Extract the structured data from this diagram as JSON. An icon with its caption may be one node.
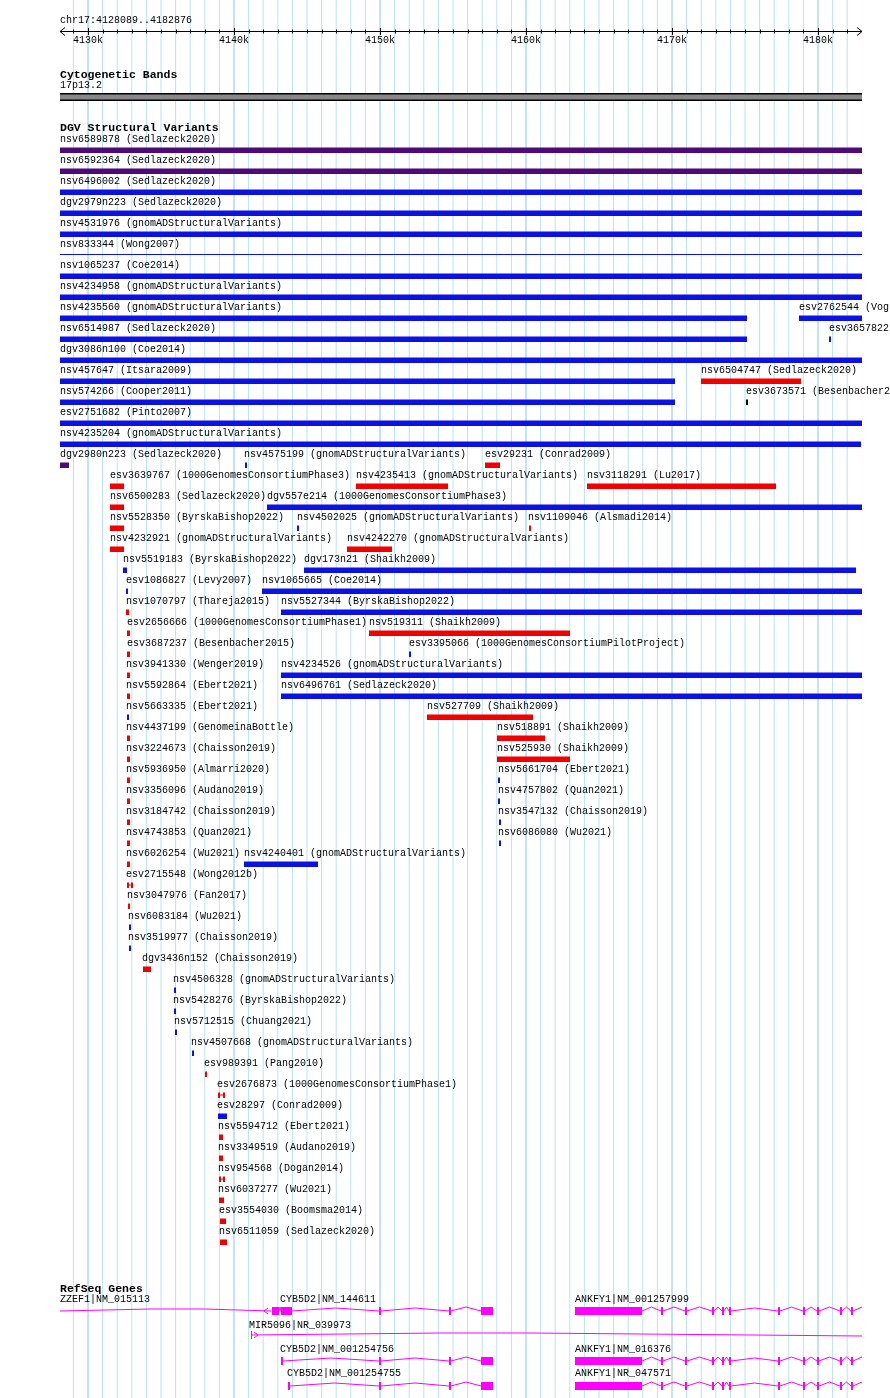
{
  "diagram": {
    "labels": [
      "chr17:4128089..4182876",
      "4130k",
      "4140k",
      "4150k",
      "4160k",
      "4170k",
      "4180k",
      "Cytogenetic Bands",
      "17p13.2",
      "DGV Structural Variants",
      "nsv6589878 (Sedlazeck2020)",
      "nsv6592364 (Sedlazeck2020)",
      "nsv6496002 (Sedlazeck2020)",
      "dgv2979n223 (Sedlazeck2020)",
      "nsv4531976 (gnomADStructuralVariants)",
      "nsv833344 (Wong2007)",
      "nsv1065237 (Coe2014)",
      "nsv4234958 (gnomADStructuralVariants)",
      "nsv4235560 (gnomADStructuralVariants)",
      "esv2762544 (Vog",
      "nsv6514987 (Sedlazeck2020)",
      "esv3657822",
      "dgv3086n100 (Coe2014)",
      "nsv457647 (Itsara2009)",
      "nsv6504747 (Sedlazeck2020)",
      "nsv574266 (Cooper2011)",
      "esv3673571 (Besenbacher2",
      "esv2751682 (Pinto2007)",
      "nsv4235204 (gnomADStructuralVariants)",
      "dgv2980n223 (Sedlazeck2020)",
      "nsv4575199 (gnomADStructuralVariants)",
      "esv29231 (Conrad2009)",
      "esv3639767 (1000GenomesConsortiumPhase3)",
      "nsv4235413 (gnomADStructuralVariants)",
      "nsv3118291 (Lu2017)",
      "nsv6500283 (Sedlazeck2020)",
      "dgv557e214 (1000GenomesConsortiumPhase3)",
      "nsv5528350 (ByrskaBishop2022)",
      "nsv4502025 (gnomADStructuralVariants)",
      "nsv1109046 (Alsmadi2014)",
      "nsv4232921 (gnomADStructuralVariants)",
      "nsv4242270 (gnomADStructuralVariants)",
      "nsv5519183 (ByrskaBishop2022)",
      "dgv173n21 (Shaikh2009)",
      "esv1086827 (Levy2007)",
      "nsv1065665 (Coe2014)",
      "nsv1070797 (Thareja2015)",
      "nsv5527344 (ByrskaBishop2022)",
      "esv2656666 (1000GenomesConsortiumPhase1)",
      "nsv519311 (Shaikh2009)",
      "esv3687237 (Besenbacher2015)",
      "esv3395066 (1000GenomesConsortiumPilotProject)",
      "nsv3941330 (Wenger2019)",
      "nsv4234526 (gnomADStructuralVariants)",
      "nsv5592864 (Ebert2021)",
      "nsv6496761 (Sedlazeck2020)",
      "nsv5663335 (Ebert2021)",
      "nsv527709 (Shaikh2009)",
      "nsv4437199 (GenomeinaBottle)",
      "nsv518891 (Shaikh2009)",
      "nsv3224673 (Chaisson2019)",
      "nsv525930 (Shaikh2009)",
      "nsv5936950 (Almarri2020)",
      "nsv5661704 (Ebert2021)",
      "nsv3356096 (Audano2019)",
      "nsv4757802 (Quan2021)",
      "nsv3184742 (Chaisson2019)",
      "nsv3547132 (Chaisson2019)",
      "nsv4743853 (Quan2021)",
      "nsv6086080 (Wu2021)",
      "nsv6026254 (Wu2021)",
      "nsv4240401 (gnomADStructuralVariants)",
      "esv2715548 (Wong2012b)",
      "nsv3047976 (Fan2017)",
      "nsv6083184 (Wu2021)",
      "nsv3519977 (Chaisson2019)",
      "dgv3436n152 (Chaisson2019)",
      "nsv4506328 (gnomADStructuralVariants)",
      "nsv5428276 (ByrskaBishop2022)",
      "nsv5712515 (Chuang2021)",
      "nsv4507668 (gnomADStructuralVariants)",
      "esv989391 (Pang2010)",
      "esv2676873 (1000GenomesConsortiumPhase1)",
      "esv28297 (Conrad2009)",
      "nsv5594712 (Ebert2021)",
      "nsv3349519 (Audano2019)",
      "nsv954568 (Dogan2014)",
      "nsv6037277 (Wu2021)",
      "esv3554030 (Boomsma2014)",
      "nsv6511059 (Sedlazeck2020)",
      "RefSeq Genes",
      "ZZEF1|NM_015113",
      "CYB5D2|NM_144611",
      "ANKFY1|NM_001257999",
      "MIR5096|NR_039973",
      "CYB5D2|NM_001254756",
      "ANKFY1|NM_016376",
      "CYB5D2|NM_001254755",
      "ANKFY1|NR_047571"
    ]
  }
}
